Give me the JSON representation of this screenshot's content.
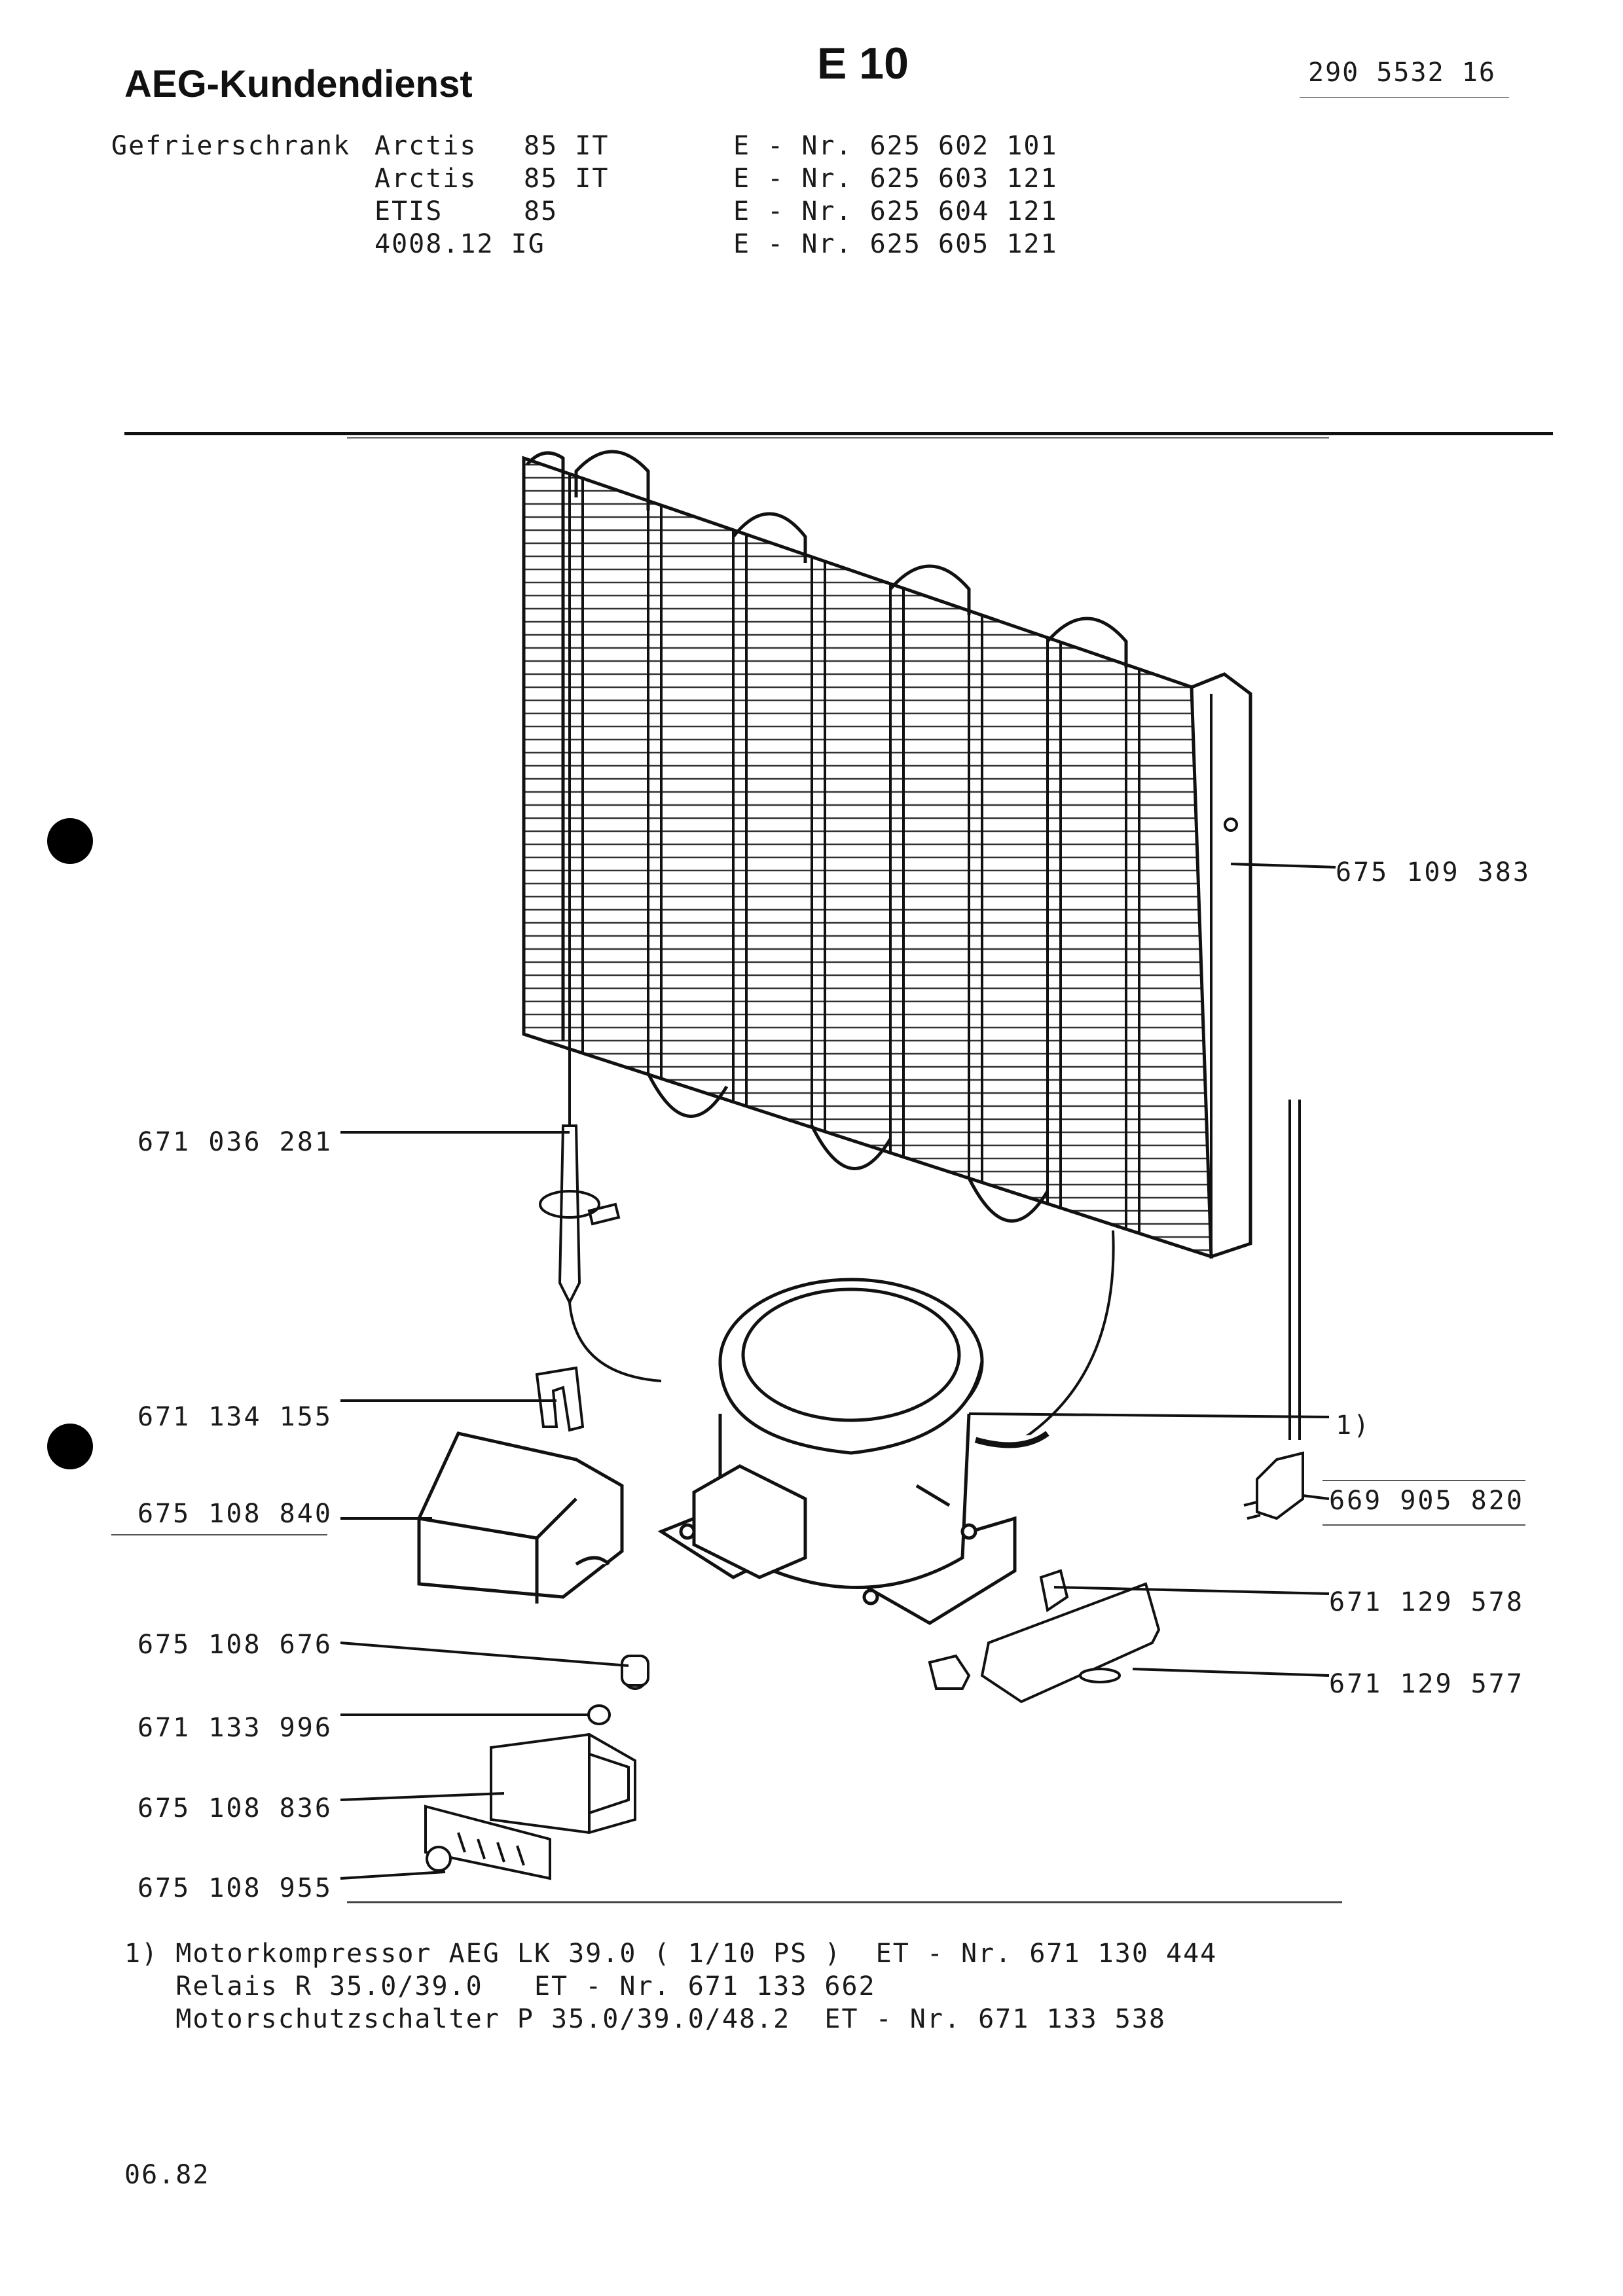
{
  "header": {
    "brand": "AEG-Kundendienst",
    "code": "E 10",
    "doc_number": "290 5532 16",
    "appliance_type": "Gefrierschrank",
    "models": [
      {
        "name": "Arctis",
        "variant": "85 IT",
        "e_nr": "E - Nr. 625 602 101"
      },
      {
        "name": "Arctis",
        "variant": "85 IT",
        "e_nr": "E - Nr. 625 603 121"
      },
      {
        "name": "ETIS",
        "variant": "85",
        "e_nr": "E - Nr. 625 604 121"
      },
      {
        "name": "4008.12 IG",
        "variant": "",
        "e_nr": "E - Nr. 625 605 121"
      }
    ]
  },
  "parts": [
    {
      "id": "condenser",
      "number": "675 109 383"
    },
    {
      "id": "capillary-filter",
      "number": "671 036 281"
    },
    {
      "id": "clip",
      "number": "671 134 155"
    },
    {
      "id": "terminal-cover",
      "number": "675 108 840"
    },
    {
      "id": "compressor-note",
      "number": "1)"
    },
    {
      "id": "mains-plug",
      "number": "669 905 820"
    },
    {
      "id": "foot-clip",
      "number": "671 129 578"
    },
    {
      "id": "mounting-rail",
      "number": "671 129 577"
    },
    {
      "id": "lamp-holder",
      "number": "675 108 676"
    },
    {
      "id": "grommet",
      "number": "671 133 996"
    },
    {
      "id": "thermostat",
      "number": "675 108 836"
    },
    {
      "id": "control-board",
      "number": "675 108 955"
    }
  ],
  "footnotes": [
    "1) Motorkompressor AEG LK 39.0 ( 1/10 PS )  ET - Nr. 671 130 444",
    "   Relais R 35.0/39.0   ET - Nr. 671 133 662",
    "   Motorschutzschalter P 35.0/39.0/48.2  ET - Nr. 671 133 538"
  ],
  "date": "06.82"
}
